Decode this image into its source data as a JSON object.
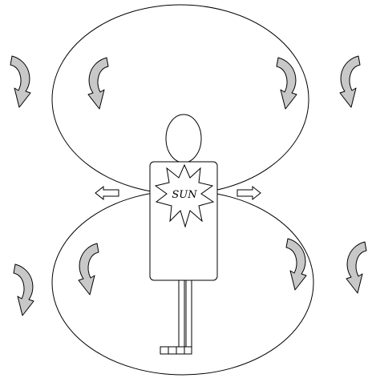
{
  "diagram": {
    "sun_label": "SUN",
    "colors": {
      "stroke": "#000000",
      "arrow_fill": "#c8c8c8",
      "background": "#ffffff"
    },
    "icons": {
      "curved_arrow": "curved-rotation-arrow",
      "straight_arrow": "hollow-right-arrow"
    }
  }
}
